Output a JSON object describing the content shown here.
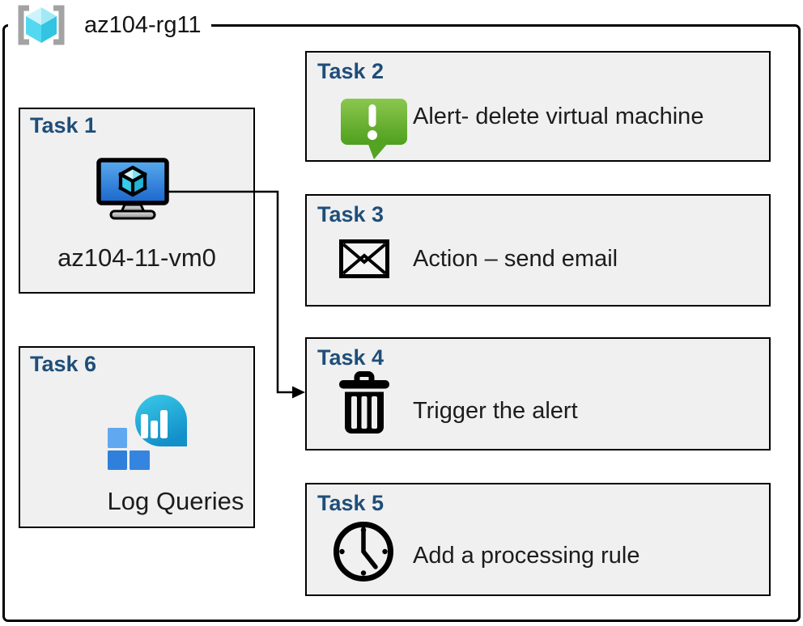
{
  "resource_group": {
    "name": "az104-rg11",
    "icon": "resource-group"
  },
  "tasks": [
    {
      "title": "Task 1",
      "label": "az104-11-vm0",
      "icon": "virtual-machine"
    },
    {
      "title": "Task 2",
      "label": "Alert- delete virtual machine",
      "icon": "alert-message"
    },
    {
      "title": "Task 3",
      "label": "Action – send email",
      "icon": "email-envelope"
    },
    {
      "title": "Task 4",
      "label": "Trigger the alert",
      "icon": "trash-delete"
    },
    {
      "title": "Task 5",
      "label": "Add a processing rule",
      "icon": "clock-schedule"
    },
    {
      "title": "Task 6",
      "label": "Log Queries",
      "icon": "log-analytics"
    }
  ],
  "connector": {
    "from": "Task 1",
    "to": "Task 4"
  },
  "colors": {
    "heading_blue": "#1f4e79",
    "box_fill": "#f0f0f0",
    "border_black": "#000000",
    "alert_green_top": "#8bc74f",
    "alert_green_bottom": "#4f9f1d",
    "vm_screen_top": "#5aabee",
    "vm_screen_bottom": "#1a66cc",
    "log_bubble_top": "#3bcbe9",
    "log_bubble_bottom": "#1390c9",
    "log_square_light": "#60a8f0",
    "log_square_dark": "#2f80dc",
    "rg_bracket_gray": "#a3a3a3",
    "rg_cube_light": "#cdf4fb",
    "rg_cube_mid": "#52d9f1",
    "rg_cube_dark": "#32c4e1"
  }
}
